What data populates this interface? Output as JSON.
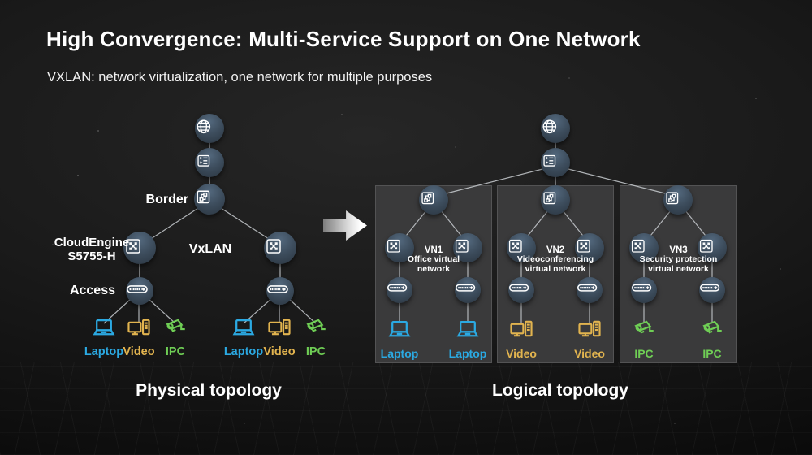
{
  "slide": {
    "title": "High Convergence: Multi-Service Support on One Network",
    "subtitle": "VXLAN: network virtualization, one network for multiple purposes"
  },
  "colors": {
    "laptop_blue": "#2BA9E2",
    "video_yellow": "#E2B44F",
    "ipc_green": "#6FCE55",
    "node_circle": "#3D4D5D",
    "panel_bg": "#3A3A3B",
    "connector_line": "#C9CDD1",
    "background": "#161616",
    "text_white": "#FFFFFF"
  },
  "icons": {
    "internet": "globe-icon",
    "core_router": "core-router-icon",
    "border_node": "border-fabric-icon",
    "lan_switch": "switch-x-icon",
    "access_switch": "access-switch-icon",
    "laptop": "laptop-icon",
    "video": "video-pc-icon",
    "ipc": "ipc-camera-icon",
    "transform": "right-arrow-icon"
  },
  "physical": {
    "caption": "Physical topology",
    "border_label": "Border",
    "device_model_line1": "CloudEngine",
    "device_model_line2": "S5755-H",
    "vxlan_label": "VxLAN",
    "access_label": "Access",
    "devices": {
      "laptop": "Laptop",
      "video": "Video",
      "ipc": "IPC"
    }
  },
  "logical": {
    "caption": "Logical topology",
    "panels": [
      {
        "vn_id": "VN1",
        "desc_line1": "Office virtual",
        "desc_line2": "network",
        "device_label": "Laptop",
        "device_icon": "laptop",
        "color": "#2BA9E2"
      },
      {
        "vn_id": "VN2",
        "desc_line1": "Videoconferencing",
        "desc_line2": "virtual network",
        "device_label": "Video",
        "device_icon": "video",
        "color": "#E2B44F"
      },
      {
        "vn_id": "VN3",
        "desc_line1": "Security protection",
        "desc_line2": "virtual network",
        "device_label": "IPC",
        "device_icon": "ipc",
        "color": "#6FCE55"
      }
    ]
  }
}
